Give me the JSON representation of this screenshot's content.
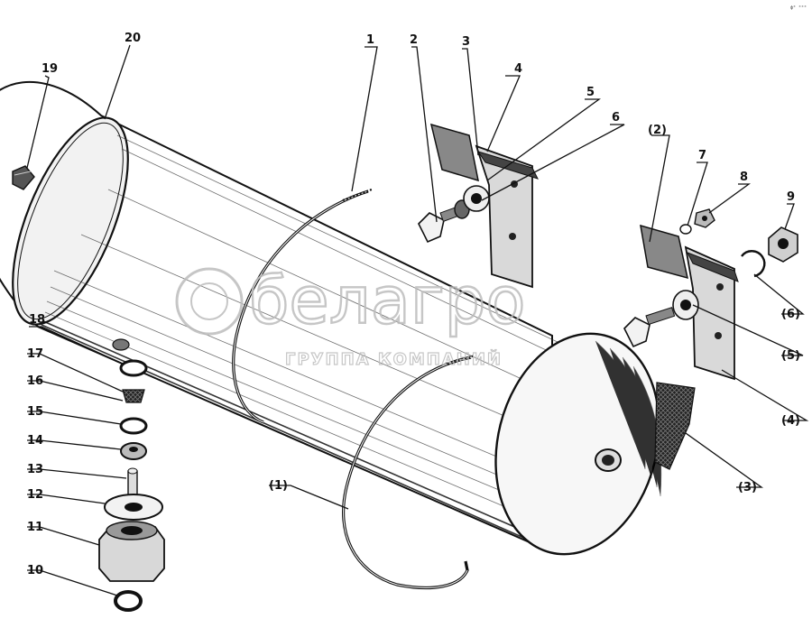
{
  "figure": {
    "corner_mark": "ϕ⁰ ⁰⁰⁰",
    "callouts": [
      {
        "id": "c1",
        "text": "1"
      },
      {
        "id": "c2",
        "text": "2"
      },
      {
        "id": "c3",
        "text": "3"
      },
      {
        "id": "c4",
        "text": "4"
      },
      {
        "id": "c5",
        "text": "5"
      },
      {
        "id": "c6",
        "text": "6"
      },
      {
        "id": "c2b",
        "text": "(2)"
      },
      {
        "id": "c7",
        "text": "7"
      },
      {
        "id": "c8",
        "text": "8"
      },
      {
        "id": "c9",
        "text": "9"
      },
      {
        "id": "c6b",
        "text": "(6)"
      },
      {
        "id": "c5b",
        "text": "(5)"
      },
      {
        "id": "c4b",
        "text": "(4)"
      },
      {
        "id": "c3b",
        "text": "(3)"
      },
      {
        "id": "c1b",
        "text": "(1)"
      },
      {
        "id": "c10",
        "text": "10"
      },
      {
        "id": "c11",
        "text": "11"
      },
      {
        "id": "c12",
        "text": "12"
      },
      {
        "id": "c13",
        "text": "13"
      },
      {
        "id": "c14",
        "text": "14"
      },
      {
        "id": "c15",
        "text": "15"
      },
      {
        "id": "c16",
        "text": "16"
      },
      {
        "id": "c17",
        "text": "17"
      },
      {
        "id": "c18",
        "text": "18"
      },
      {
        "id": "c19",
        "text": "19"
      },
      {
        "id": "c20",
        "text": "20"
      }
    ]
  },
  "watermark": {
    "logo_text": "белагро",
    "subtitle": "ГРУППА КОМПАНИЙ"
  }
}
